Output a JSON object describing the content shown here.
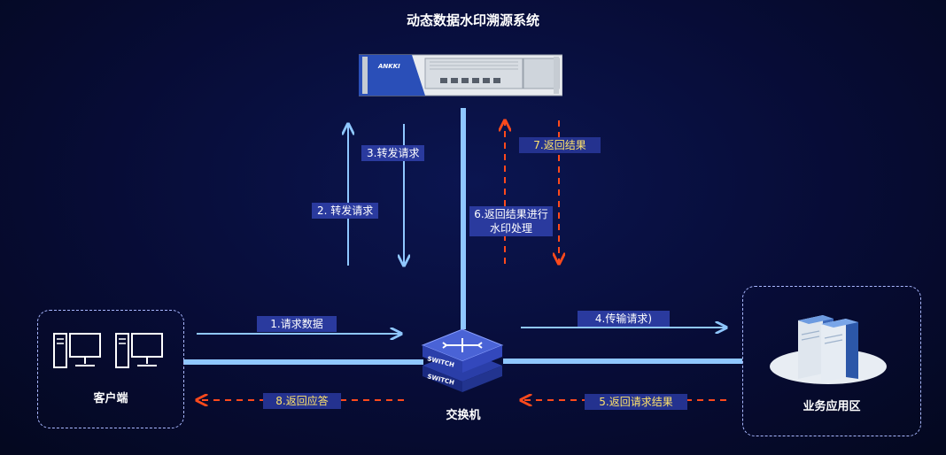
{
  "title": "动态数据水印溯源系统",
  "device": {
    "brand": "ANKKI"
  },
  "nodes": {
    "client": "客户端",
    "switch": "交换机",
    "business": "业务应用区"
  },
  "switch_icon": {
    "text_top": "SWITCH",
    "text_bottom": "SWITCH"
  },
  "steps": {
    "s1": "1.请求数据",
    "s2": "2. 转发请求",
    "s3": "3.转发请求",
    "s4": "4.传输请求)",
    "s5": "5.返回请求结果",
    "s6a": "6.返回结果进行",
    "s6b": "水印处理",
    "s7": "7.返回结果",
    "s8": "8.返回应答"
  },
  "colors": {
    "line": "#8fc7ff",
    "dashed": "#ff4a1c",
    "highlight": "#ffe36b"
  }
}
